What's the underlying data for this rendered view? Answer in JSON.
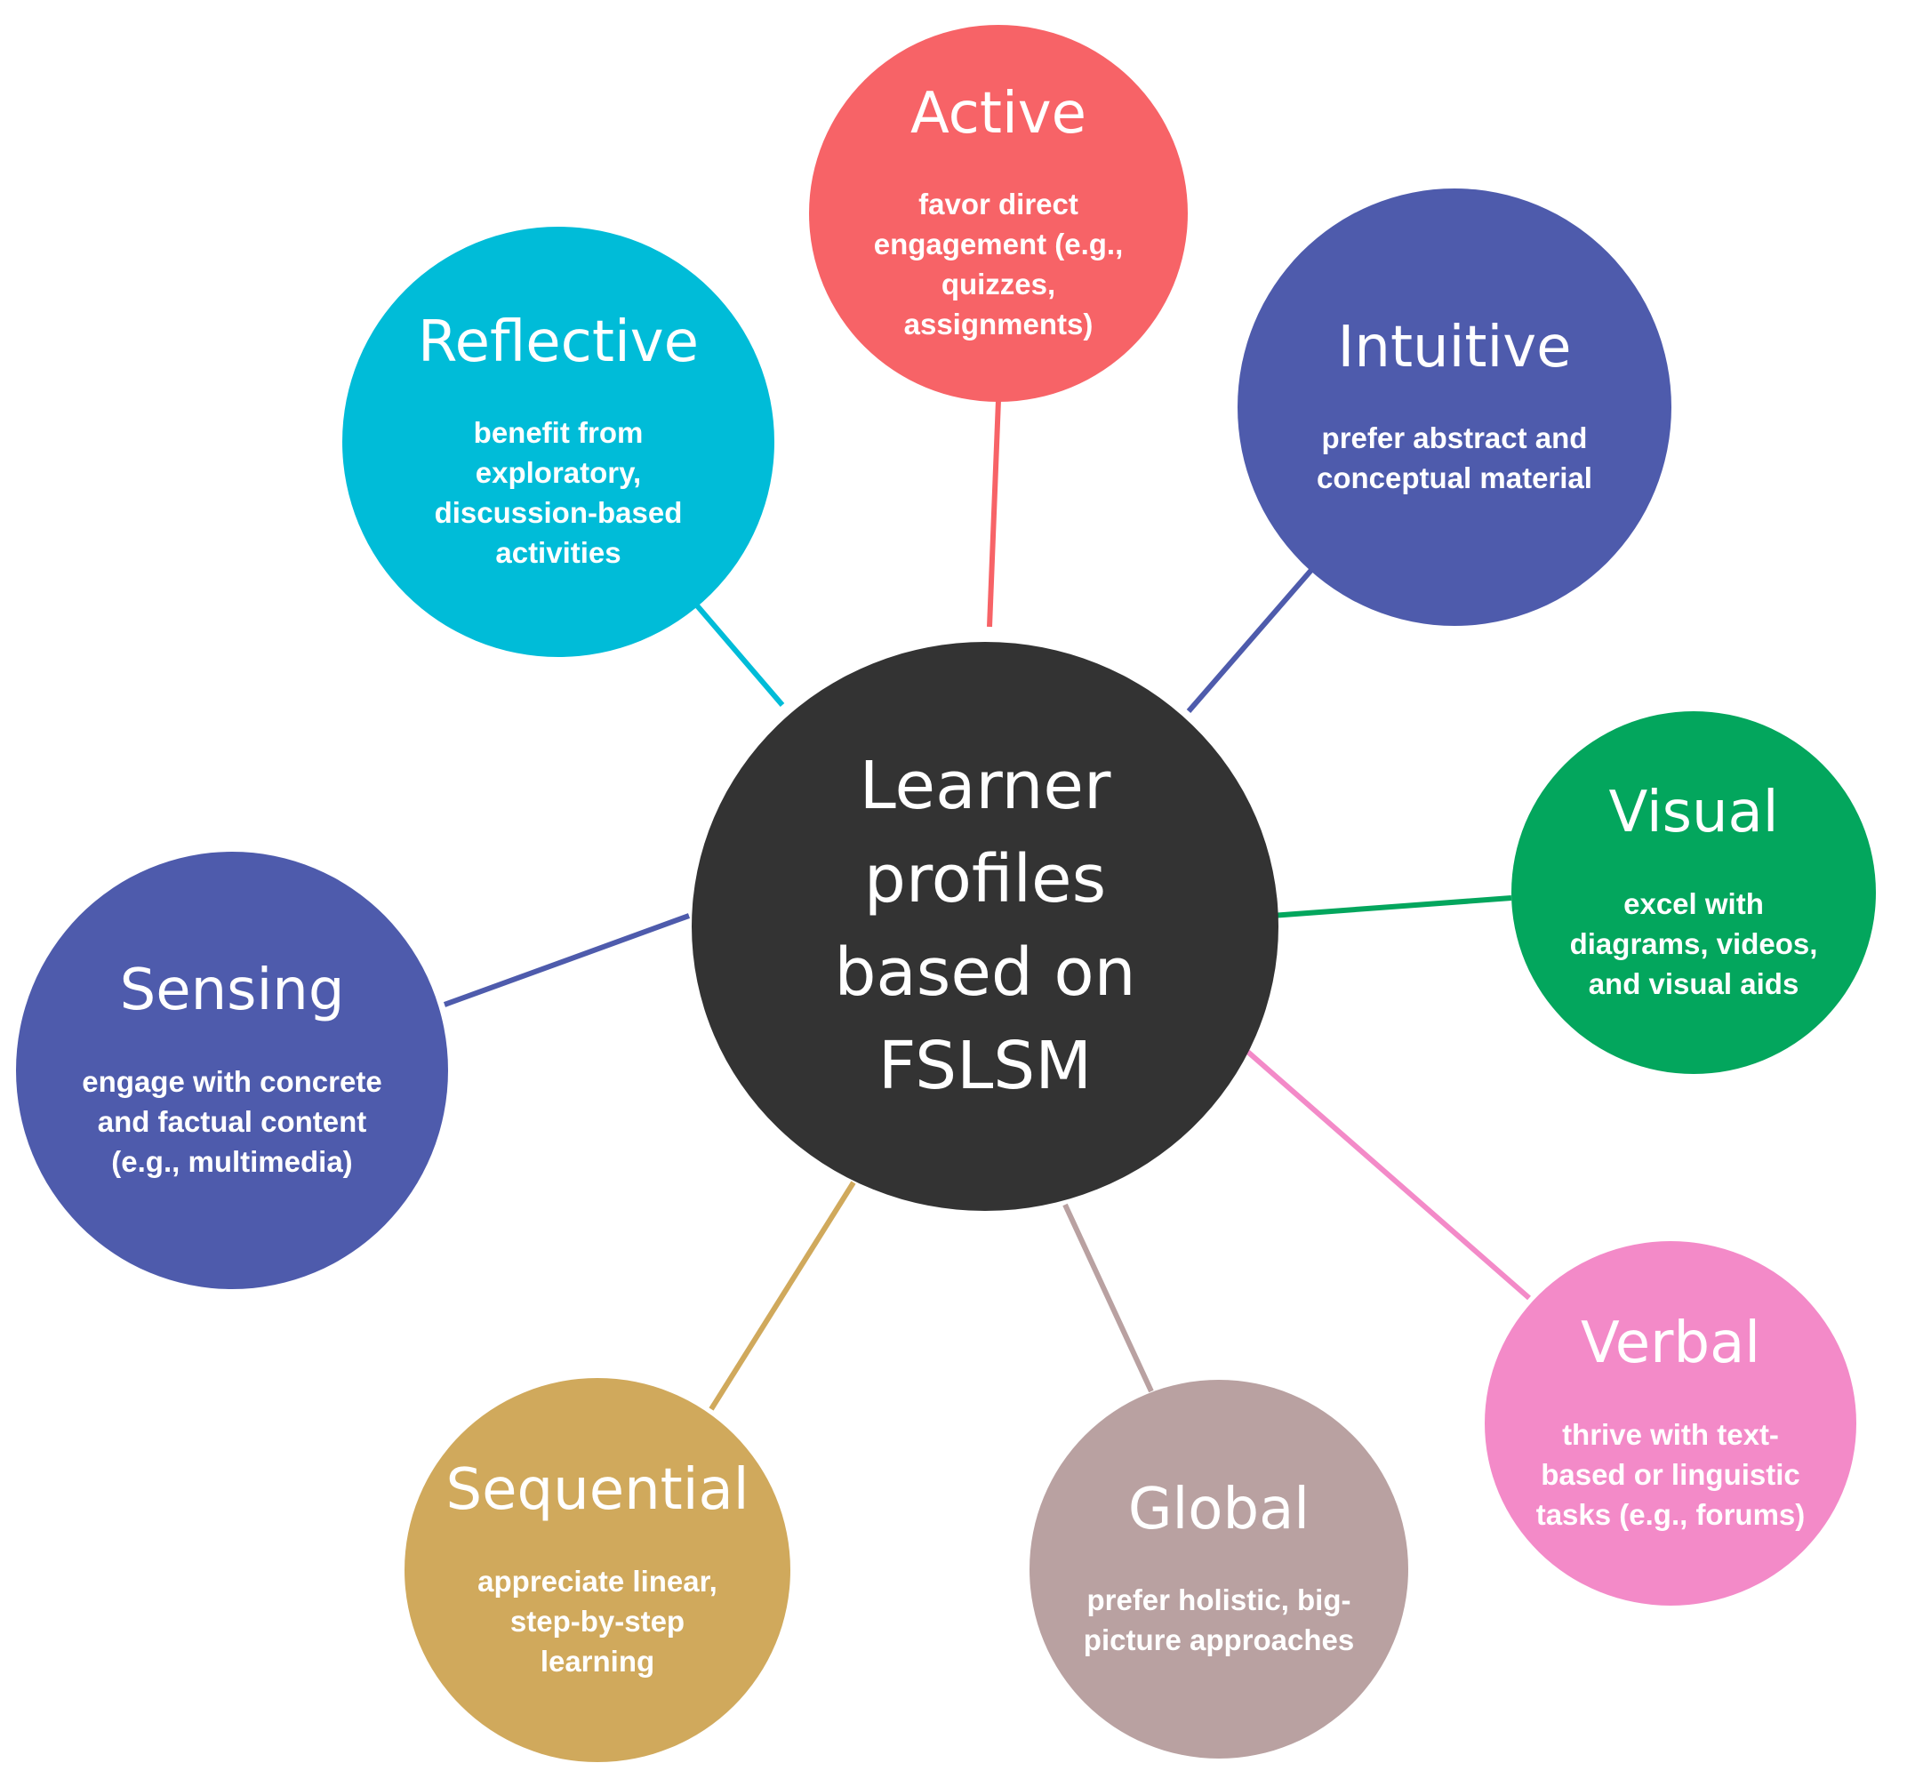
{
  "center": {
    "title": "Learner profiles based on FSLSM",
    "color": "#333333"
  },
  "nodes": [
    {
      "id": "active",
      "title": "Active",
      "description": "favor direct engagement (e.g., quizzes, assignments)",
      "color": "#F76367"
    },
    {
      "id": "intuitive",
      "title": "Intuitive",
      "description": "prefer abstract and conceptual material",
      "color": "#4E5BAC"
    },
    {
      "id": "visual",
      "title": "Visual",
      "description": "excel with diagrams, videos, and visual aids",
      "color": "#03A65D"
    },
    {
      "id": "verbal",
      "title": "Verbal",
      "description": "thrive with text-based or linguistic tasks (e.g., forums)",
      "color": "#F38AC8"
    },
    {
      "id": "global",
      "title": "Global",
      "description": "prefer holistic, big-picture approaches",
      "color": "#B9A1A1"
    },
    {
      "id": "sequential",
      "title": "Sequential",
      "description": "appreciate linear, step-by-step learning",
      "color": "#D0A95C"
    },
    {
      "id": "sensing",
      "title": "Sensing",
      "description": "engage with concrete and factual content (e.g., multimedia)",
      "color": "#4E5BAC"
    },
    {
      "id": "reflective",
      "title": "Reflective",
      "description": "benefit from exploratory, discussion-based activities",
      "color": "#00BCD8"
    }
  ]
}
